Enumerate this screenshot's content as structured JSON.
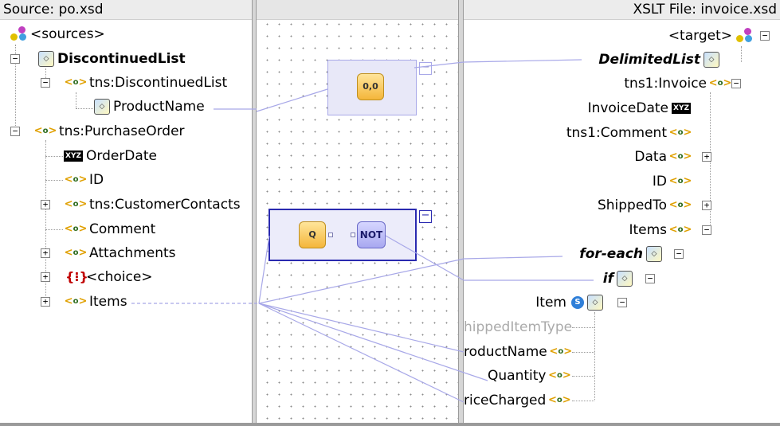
{
  "left": {
    "header": "Source: po.xsd",
    "rows": [
      {
        "label": "<sources>"
      },
      {
        "label": "DiscontinuedList",
        "toggle": "−"
      },
      {
        "label": "tns:DiscontinuedList",
        "toggle": "−"
      },
      {
        "label": "ProductName"
      },
      {
        "label": "tns:PurchaseOrder",
        "toggle": "−"
      },
      {
        "label": "OrderDate",
        "badge": "XYZ"
      },
      {
        "label": "ID"
      },
      {
        "label": "tns:CustomerContacts",
        "toggle": "+"
      },
      {
        "label": "Comment"
      },
      {
        "label": "Attachments",
        "toggle": "+"
      },
      {
        "label": "<choice>",
        "toggle": "+"
      },
      {
        "label": "Items",
        "toggle": "+"
      }
    ]
  },
  "middle": {
    "not_label": "NOT",
    "concat_label": "0,0"
  },
  "right": {
    "header": "XSLT File: invoice.xsd",
    "rows": [
      {
        "label": "<target>",
        "toggle": "−"
      },
      {
        "label": "DelimitedList"
      },
      {
        "label": "tns1:Invoice",
        "toggle": "−"
      },
      {
        "label": "InvoiceDate",
        "badge": "XYZ"
      },
      {
        "label": "tns1:Comment"
      },
      {
        "label": "Data",
        "toggle": "+"
      },
      {
        "label": "ID"
      },
      {
        "label": "ShippedTo",
        "toggle": "+"
      },
      {
        "label": "Items",
        "toggle": "−"
      },
      {
        "label": "for-each",
        "toggle": "−"
      },
      {
        "label": "if",
        "toggle": "−"
      },
      {
        "label": "Item",
        "toggle": "−",
        "badge": "S"
      },
      {
        "label": "hippedItemType"
      },
      {
        "label": "roductName"
      },
      {
        "label": "Quantity"
      },
      {
        "label": "riceCharged"
      }
    ]
  },
  "colors": {
    "wire": "#a8a8e8",
    "selected": "#2a2ab0",
    "accent": "#e0a000"
  }
}
